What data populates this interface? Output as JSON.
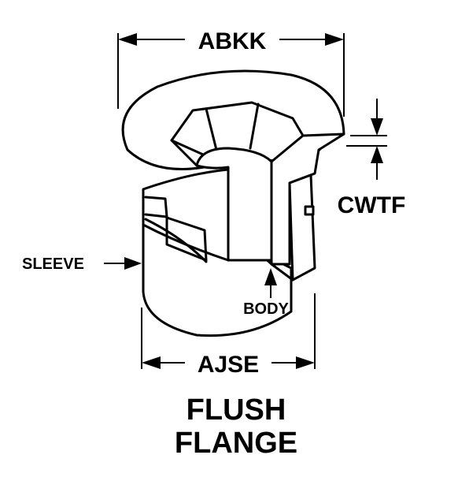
{
  "labels": {
    "top_dimension": "ABKK",
    "side_dimension": "CWTF",
    "bottom_dimension": "AJSE",
    "sleeve": "SLEEVE",
    "body": "BODY"
  },
  "caption": {
    "line1": "FLUSH",
    "line2": "FLANGE"
  }
}
